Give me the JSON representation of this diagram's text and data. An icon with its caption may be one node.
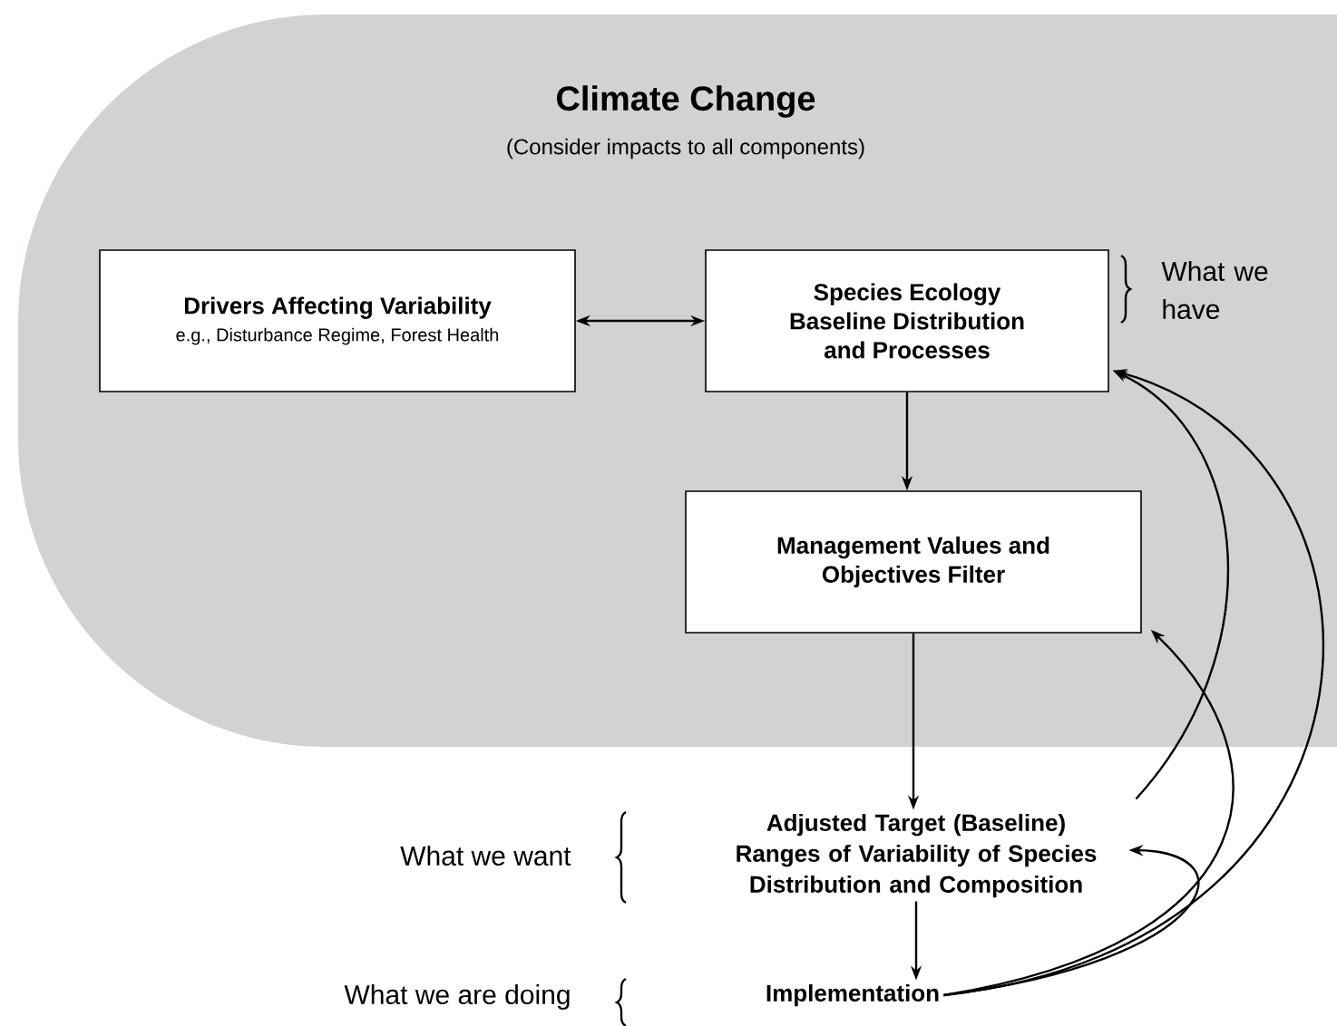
{
  "diagram": {
    "nodes": [
      {
        "text": [
          "Climate Change",
          "(Consider impacts to all components)"
        ]
      },
      {
        "text": [
          "Drivers Affecting Variability",
          "e.g., Disturbance Regime, Forest Health"
        ],
        "in": 0
      },
      {
        "text": [
          "Species Ecology Baseline Distribution and Processes"
        ],
        "in": 0
      },
      {
        "text": [
          "Management Values and Objectives Filter"
        ],
        "in": 0
      },
      {
        "text": [
          "Adjusted Target (Baseline) Ranges of Variability of Species Distribution and Composition"
        ]
      },
      {
        "text": [
          "Implementation"
        ]
      }
    ],
    "edges": [
      {
        "from": 1,
        "to": 2,
        "arrow": "both"
      },
      {
        "from": 2,
        "to": 3,
        "arrow": "to"
      },
      {
        "from": 3,
        "to": 4,
        "arrow": "to"
      },
      {
        "from": 4,
        "to": 5,
        "arrow": "to"
      },
      {
        "from": 4,
        "to": 2,
        "arrow": "to"
      },
      {
        "from": 5,
        "to": 2,
        "arrow": "to"
      },
      {
        "from": 5,
        "to": 3,
        "arrow": "to"
      },
      {
        "from": 5,
        "to": 4,
        "arrow": "to"
      }
    ],
    "labels": [
      "What we have",
      "What we want",
      "What we are doing"
    ]
  }
}
